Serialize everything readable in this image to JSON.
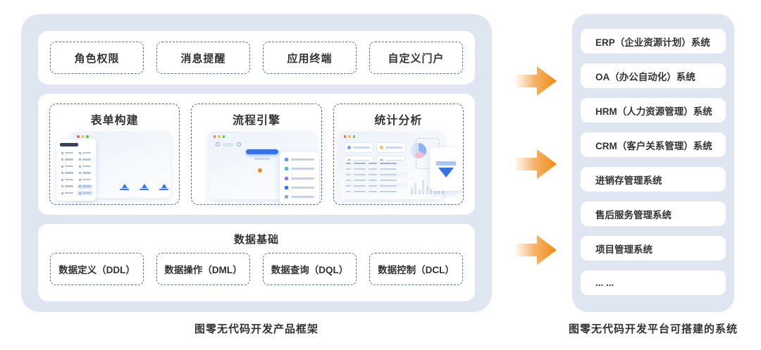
{
  "framework": {
    "platform_modules": [
      "角色权限",
      "消息提醒",
      "应用终端",
      "自定义门户"
    ],
    "feature_modules": [
      "表单构建",
      "流程引擎",
      "统计分析"
    ],
    "data_foundation": {
      "title": "数据基础",
      "items": [
        "数据定义（DDL）",
        "数据操作（DML）",
        "数据查询（DQL）",
        "数据控制（DCL）"
      ]
    },
    "caption": "图零无代码开发产品框架"
  },
  "buildable_systems": {
    "items": [
      "ERP（企业资源计划）系统",
      "OA（办公自动化）系统",
      "HRM（人力资源管理）系统",
      "CRM（客户关系管理）系统",
      "进销存管理系统",
      "售后服务管理系统",
      "项目管理系统",
      "... ..."
    ],
    "caption": "图零无代码开发平台可搭建的系统"
  },
  "icons": {
    "arrow": "orange-right-arrow",
    "window_controls": "traffic-lights",
    "previews": [
      "form-builder-mini-screenshot",
      "workflow-engine-mini-screenshot",
      "analytics-mini-screenshot"
    ]
  },
  "colors": {
    "panel_bg": "#dfe6f2",
    "card_bg": "#ffffff",
    "dashed_border": "#5c6f96",
    "arrow_orange": "#ee8a0f",
    "accent_blue": "#3672e8",
    "text_dark": "#333333"
  }
}
